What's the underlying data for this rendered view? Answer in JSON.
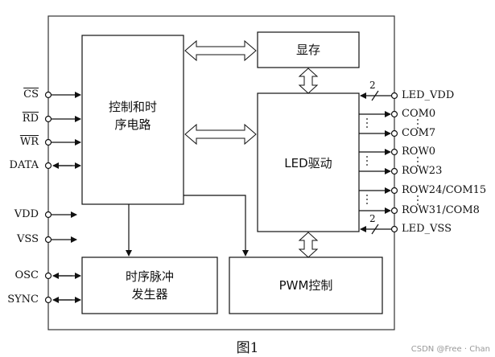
{
  "blocks": {
    "control_timing": "控制和时\n序电路",
    "display_memory": "显存",
    "led_driver": "LED驱动",
    "timing_pulse": "时序脉冲\n发生器",
    "pwm_control": "PWM控制"
  },
  "left_pins": {
    "cs": "CS",
    "rd": "RD",
    "wr": "WR",
    "data": "DATA",
    "vdd": "VDD",
    "vss": "VSS",
    "osc": "OSC",
    "sync": "SYNC"
  },
  "right_pins": {
    "led_vdd": "LED_VDD",
    "com0": "COM0",
    "com7": "COM7",
    "row0": "ROW0",
    "row23": "ROW23",
    "row24_com15": "ROW24/COM15",
    "row31_com8": "ROW31/COM8",
    "led_vss": "LED_VSS"
  },
  "bus_width_top": "2",
  "bus_width_bottom": "2",
  "caption": "图1",
  "watermark": "CSDN @Free · Chan"
}
